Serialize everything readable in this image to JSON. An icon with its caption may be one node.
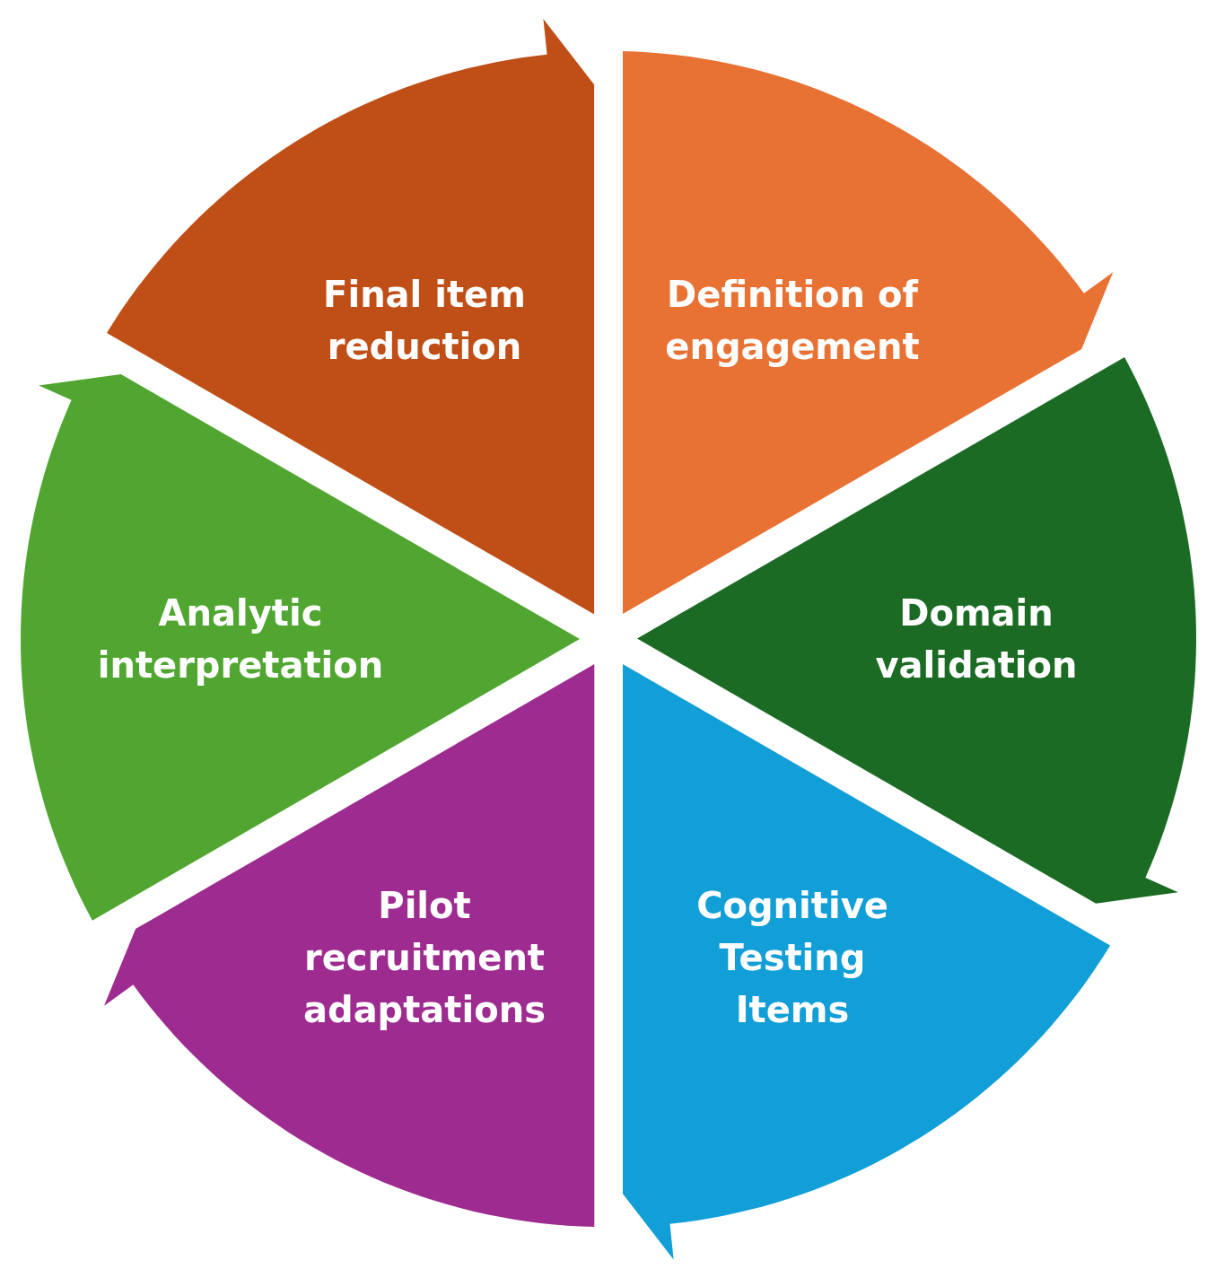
{
  "diagram": {
    "nodes": [
      {
        "text": [
          "Final item reduction"
        ]
      },
      {
        "text": [
          "Definition of engagement"
        ]
      },
      {
        "text": [
          "Analytic interpretation"
        ]
      },
      {
        "text": [
          "Domain validation"
        ]
      },
      {
        "text": [
          "Pilot recruitment adaptations"
        ]
      },
      {
        "text": [
          "Cognitive Testing Items"
        ]
      }
    ]
  }
}
